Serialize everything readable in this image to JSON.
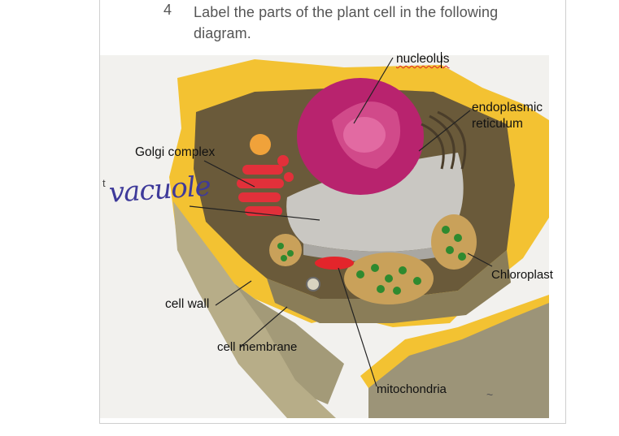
{
  "question": {
    "number": "4",
    "text": "Label the  parts of the plant  cell in the following diagram."
  },
  "labels": {
    "nucleolus": "nucleolus",
    "endoplasmic_reticulum_line1": "endoplasmic",
    "endoplasmic_reticulum_line2": "reticulum",
    "golgi": "Golgi complex",
    "vacuole_handwritten": "vacuole",
    "tick": "t",
    "chloroplast": "Chloroplast",
    "cell_wall": "cell wall",
    "cell_membrane": "cell membrane",
    "mitochondria": "mitochondria",
    "tilde": "~"
  },
  "colors": {
    "cell_wall_yellow": "#f3c232",
    "cell_wall_side": "#a39a78",
    "cytoplasm": "#6a5a3a",
    "nucleus": "#b8236e",
    "vacuole": "#c9c7c2",
    "golgi": "#e2303a",
    "chloroplast_green": "#2f8a2f",
    "handwriting": "#3e3a9a"
  }
}
